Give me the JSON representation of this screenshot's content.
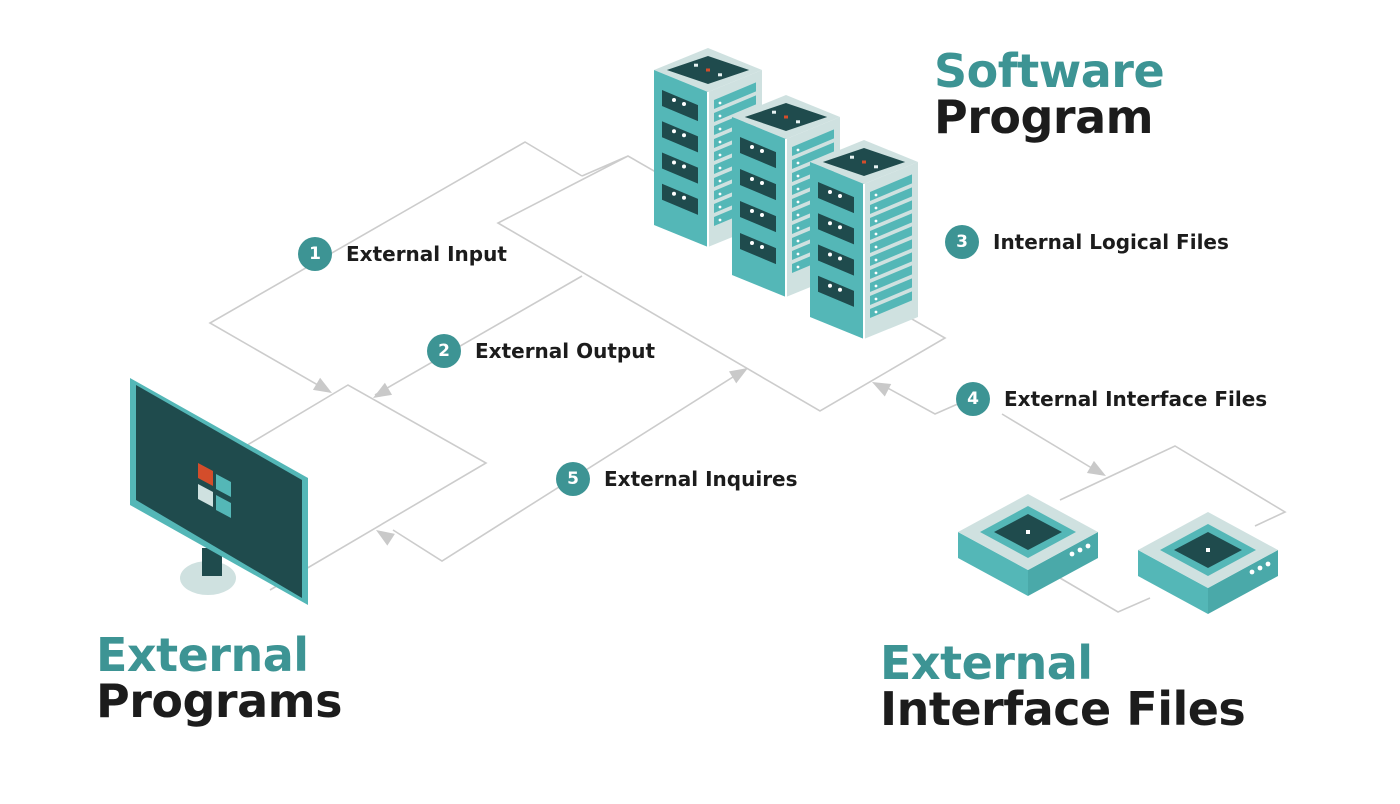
{
  "colors": {
    "accent": "#3d9494",
    "dark": "#1f4b4d",
    "teal_light": "#54b7b7",
    "panel_light": "#cfe1e0",
    "line": "#cccccc",
    "arrow": "#c9c9c9",
    "red": "#d44d2b",
    "text": "#1c1c1c"
  },
  "headings": {
    "software_program": {
      "line1": "Software",
      "line2": "Program"
    },
    "external_programs": {
      "line1": "External",
      "line2": "Programs"
    },
    "external_interface_files": {
      "line1": "External",
      "line2": "Interface Files"
    }
  },
  "steps": [
    {
      "number": "1",
      "label": "External Input"
    },
    {
      "number": "2",
      "label": "External Output"
    },
    {
      "number": "3",
      "label": "Internal Logical Files"
    },
    {
      "number": "4",
      "label": "External Interface Files"
    },
    {
      "number": "5",
      "label": "External Inquires"
    }
  ],
  "icons": {
    "servers": "server-rack-icon",
    "monitor": "monitor-icon",
    "logo": "windows-logo-icon",
    "storage": "storage-device-icon"
  }
}
